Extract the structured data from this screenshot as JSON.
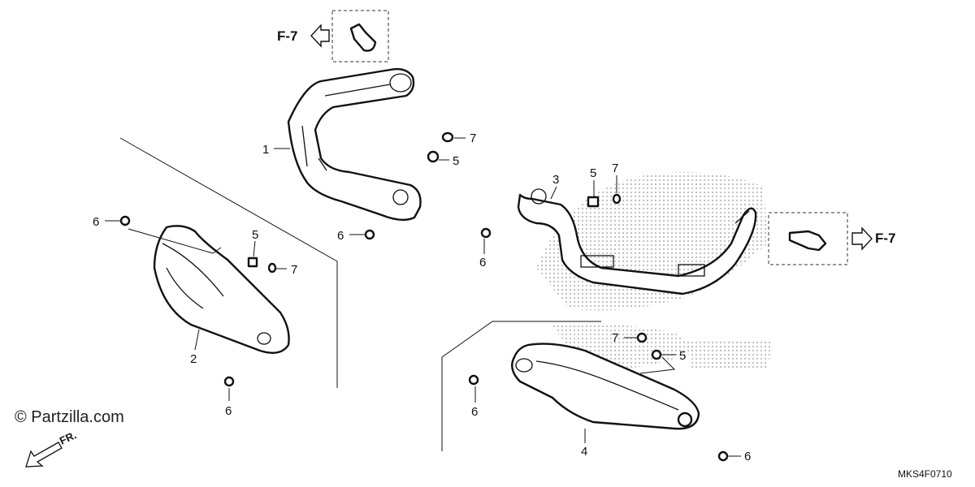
{
  "diagram": {
    "callouts": {
      "c1": "1",
      "c2": "2",
      "c3": "3",
      "c4": "4",
      "c5a": "5",
      "c5b": "5",
      "c5c": "5",
      "c5d": "5",
      "c6a": "6",
      "c6b": "6",
      "c6c": "6",
      "c6d": "6",
      "c6e": "6",
      "c6f": "6",
      "c7a": "7",
      "c7b": "7",
      "c7c": "7",
      "c7d": "7"
    },
    "references": {
      "left": "F-7",
      "right": "F-7"
    },
    "watermark": "© Partzilla.com",
    "direction": "FR.",
    "diagram_code": "MKS4F0710",
    "colors": {
      "line": "#111111",
      "background": "#ffffff",
      "watermark_logo": "#bbbbbb"
    }
  }
}
